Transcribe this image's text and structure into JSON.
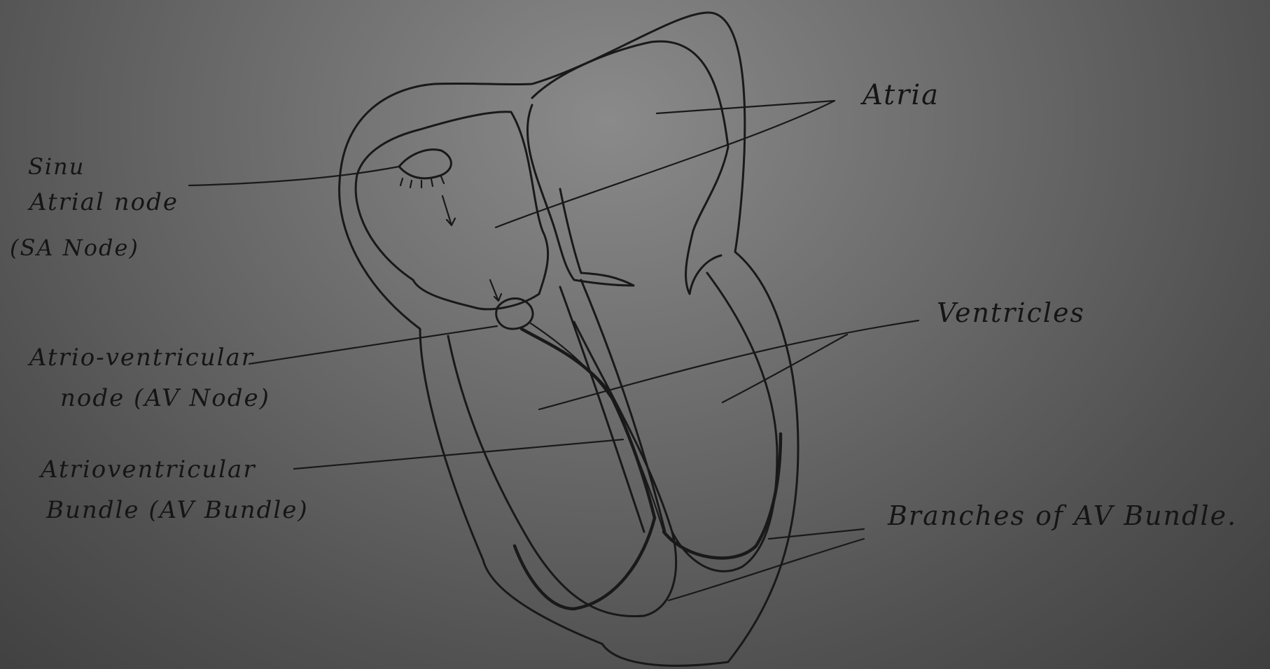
{
  "diagram": {
    "labels": {
      "sinu": "Sinu",
      "atrial_node": "Atrial node",
      "sa_node": "(SA Node)",
      "av_node_line1": "Atrio-ventricular",
      "av_node_line2": "node (AV Node)",
      "av_bundle_line1": "Atrioventricular",
      "av_bundle_line2": "Bundle (AV Bundle)",
      "atria": "Atria",
      "ventricles": "Ventricles",
      "branches": "Branches of AV Bundle."
    },
    "colors": {
      "ink": "#191919",
      "paper": "#6c6c6c"
    }
  }
}
